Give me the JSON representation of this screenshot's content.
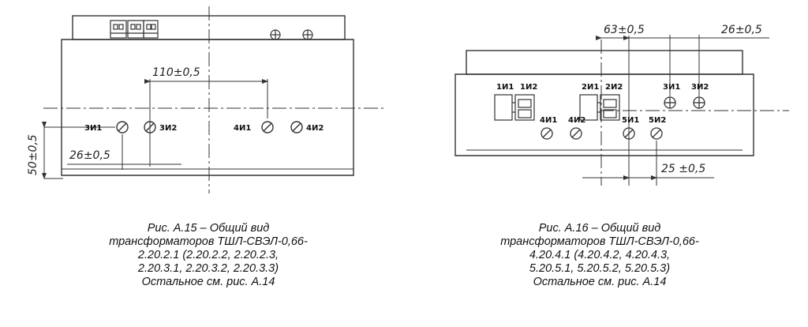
{
  "figure15": {
    "dims": {
      "d110": "110±0,5",
      "d26": "26±0,5",
      "d50": "50±0,5"
    },
    "terminals": {
      "t3n1": "3И1",
      "t3n2": "3И2",
      "t4n1": "4И1",
      "t4n2": "4И2"
    },
    "caption": [
      "Рис. А.15 – Общий вид",
      "трансформаторов ТШЛ-СВЭЛ-0,66-",
      "2.20.2.1 (2.20.2.2, 2.20.2.3,",
      "2.20.3.1, 2.20.3.2, 2.20.3.3)",
      "Остальное см. рис. А.14"
    ]
  },
  "figure16": {
    "dims": {
      "d63": "63±0,5",
      "d26": "26±0,5",
      "d25": "25 ±0,5"
    },
    "terminals": {
      "t1n1": "1И1",
      "t1n2": "1И2",
      "t2n1": "2И1",
      "t2n2": "2И2",
      "t3n1": "3И1",
      "t3n2": "3И2",
      "t4n1": "4И1",
      "t4n2": "4И2",
      "t5n1": "5И1",
      "t5n2": "5И2"
    },
    "caption": [
      "Рис. А.16 – Общий вид",
      "трансформаторов ТШЛ-СВЭЛ-0,66-",
      "4.20.4.1 (4.20.4.2, 4.20.4.3,",
      "5.20.5.1, 5.20.5.2, 5.20.5.3)",
      "Остальное см. рис. А.14"
    ]
  }
}
